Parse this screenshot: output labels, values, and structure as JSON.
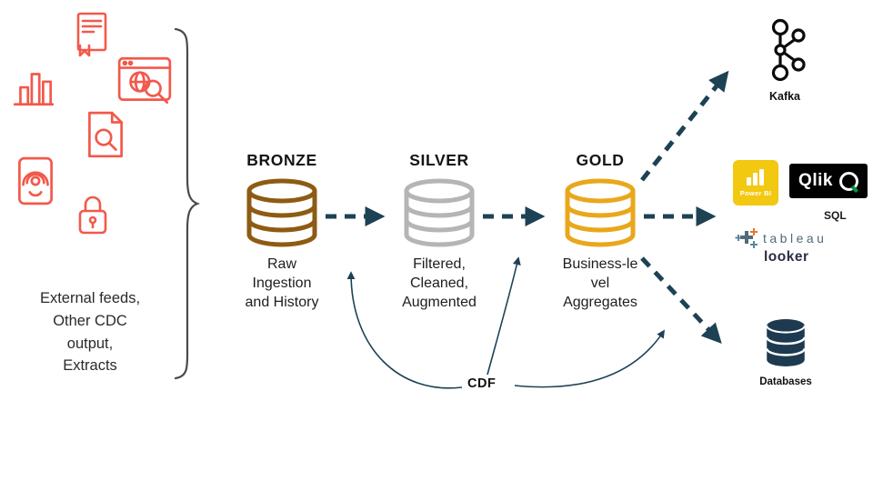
{
  "colors": {
    "accent_red": "#F2594B",
    "bronze": "#8E5B13",
    "silver": "#B5B5B5",
    "gold": "#E9A71B",
    "arrow": "#1D4254",
    "ink": "#141414",
    "brace": "#4A4A4A",
    "kafka_black": "#0B0B0B",
    "powerbi_yellow": "#F2C811",
    "qlik_black": "#010101",
    "qlik_green": "#009845",
    "tableau_slate": "#526A7A",
    "tableau_orange": "#E8762D",
    "tableau_blue": "#5B879B",
    "looker_ink": "#2B2D42",
    "database_navy": "#1E3A50"
  },
  "sources": {
    "label": "External feeds,\nOther CDC\noutput,\nExtracts"
  },
  "stages": [
    {
      "title": "BRONZE",
      "subtitle": "Raw\nIngestion\nand History"
    },
    {
      "title": "SILVER",
      "subtitle": "Filtered,\nCleaned,\nAugmented"
    },
    {
      "title": "GOLD",
      "subtitle": "Business-le\nvel\nAggregates"
    }
  ],
  "cdf": {
    "label": "CDF"
  },
  "targets": {
    "kafka": {
      "label": "Kafka"
    },
    "bi": {
      "powerbi": "Power BI",
      "qlik": "Qlik",
      "sql": "SQL",
      "tableau": "tableau",
      "looker": "looker"
    },
    "databases": {
      "label": "Databases"
    }
  }
}
